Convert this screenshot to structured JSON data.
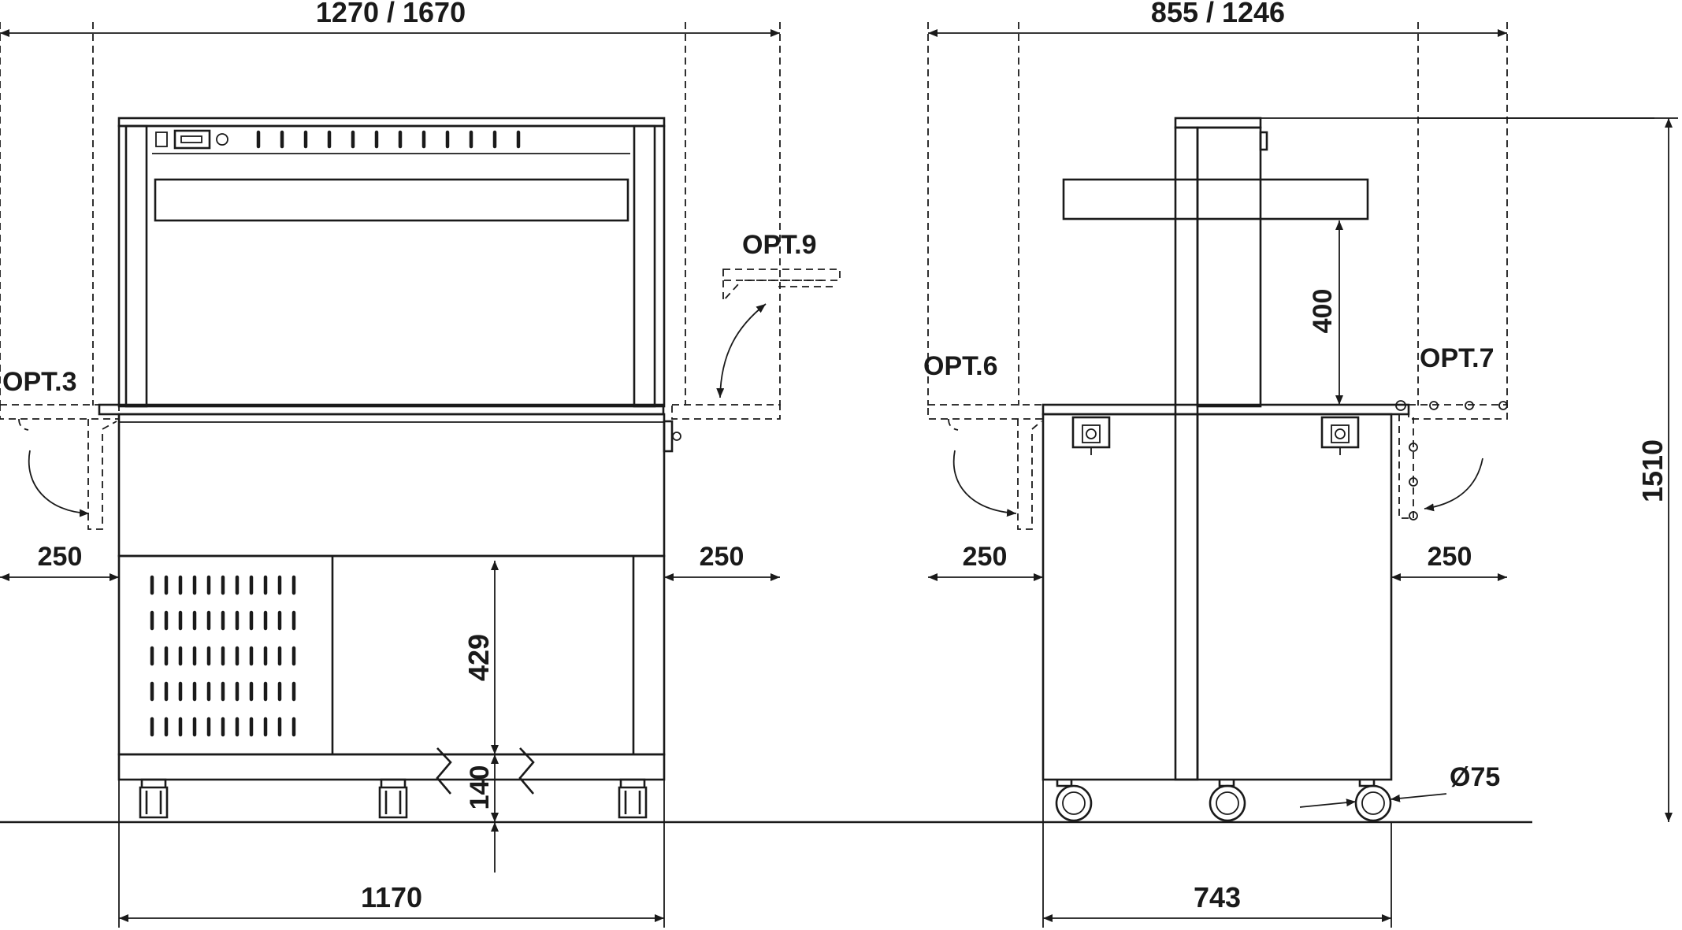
{
  "front_view": {
    "overall_width_label": "1270 / 1670",
    "left_shelf_label": "250",
    "right_shelf_label": "250",
    "bottom_width_label": "1170",
    "under_top_height_label": "429",
    "base_height_label": "140",
    "option_left_label": "OPT.3",
    "option_right_label": "OPT.9"
  },
  "side_view": {
    "overall_depth_label": "855 / 1246",
    "left_shelf_label": "250",
    "right_shelf_label": "250",
    "bottom_depth_label": "743",
    "gantry_height_label": "400",
    "total_height_label": "1510",
    "wheel_diameter_label": "Ø75",
    "option_left_label": "OPT.6",
    "option_right_label": "OPT.7"
  }
}
